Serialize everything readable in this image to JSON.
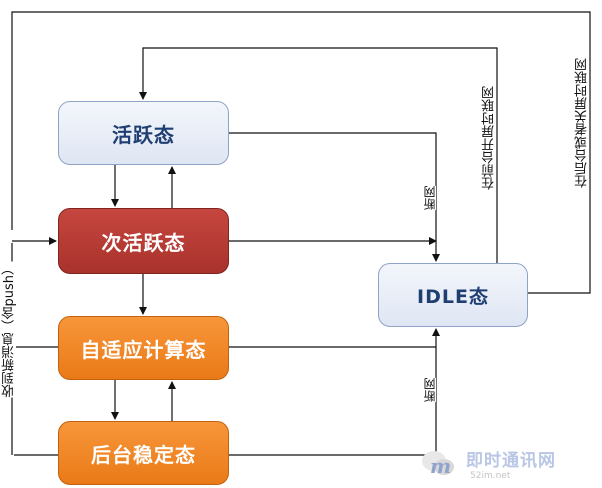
{
  "nodes": {
    "active": "活跃态",
    "sub_active": "次活跃态",
    "adaptive": "自适应计算态",
    "background_stable": "后台稳定态",
    "idle": "IDLE态"
  },
  "edge_labels": {
    "receive_message": "收到新消息（含push）",
    "front_screen_on": "在前台开屏时联网",
    "back_or_screen_off": "在后台或者关屏时联网",
    "disconnect_top": "断网",
    "disconnect_bottom": "断网"
  },
  "watermark": {
    "text": "即时通讯网",
    "site": "52im.net"
  },
  "colors": {
    "light_node": "#dfe6f3",
    "red_node": "#a9322c",
    "orange_node": "#ea7a17",
    "line": "#111111"
  }
}
